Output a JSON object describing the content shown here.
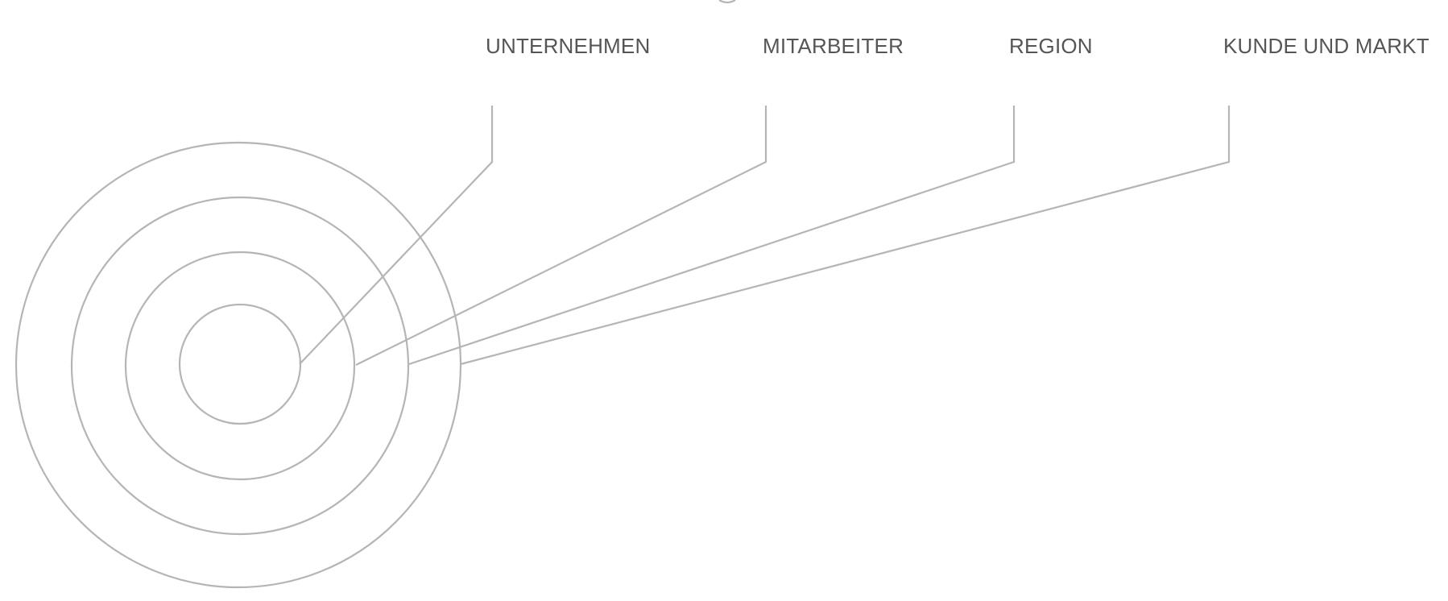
{
  "labels": [
    "UNTERNEHMEN",
    "MITARBEITER",
    "REGION",
    "KUNDE UND MARKT"
  ],
  "colors": {
    "line": "#b5b5b5",
    "text": "#555555",
    "background": "#ffffff"
  }
}
